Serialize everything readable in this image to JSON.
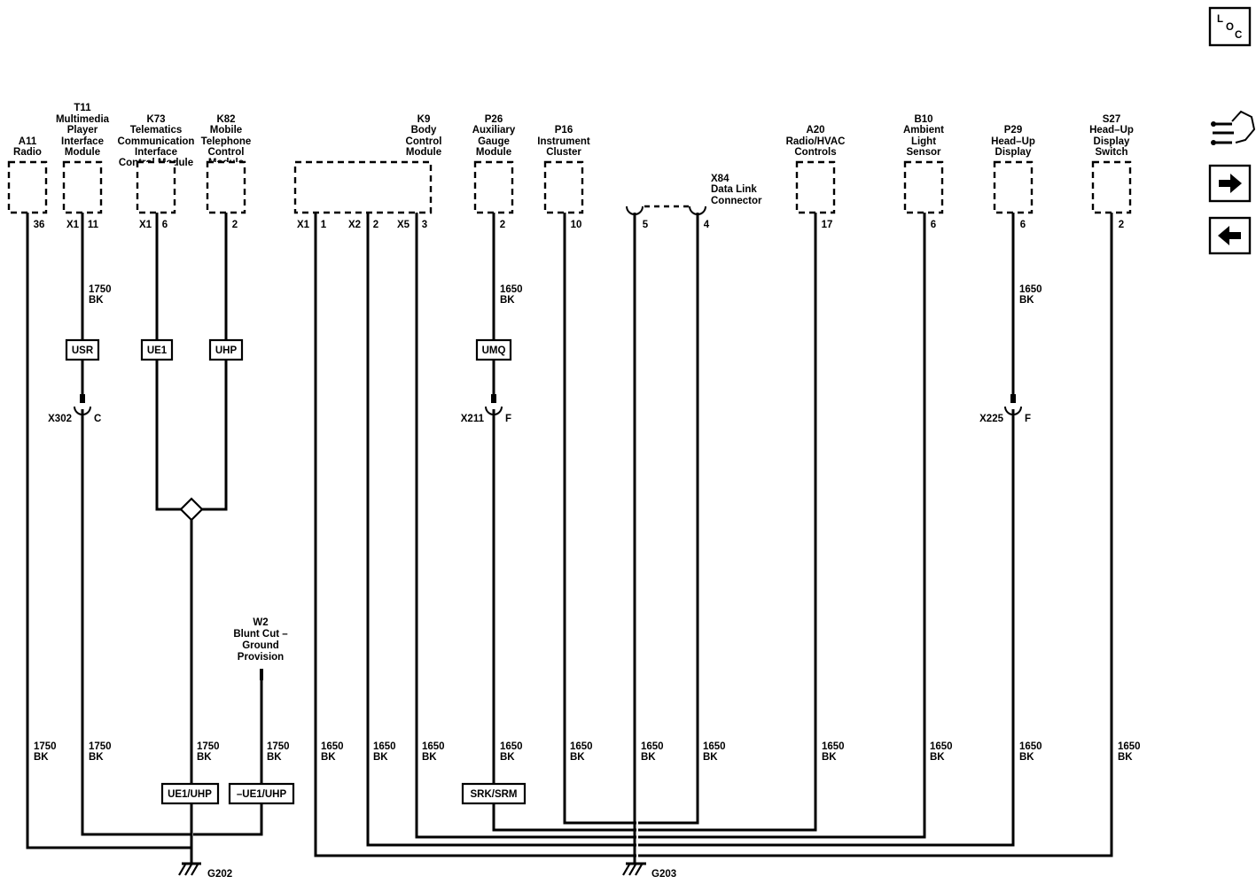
{
  "components": {
    "a11": {
      "ref": "A11",
      "name": "Radio",
      "pins": [
        "36"
      ]
    },
    "t11": {
      "ref": "T11",
      "name1": "Multimedia",
      "name2": "Player",
      "name3": "Interface",
      "name4": "Module",
      "pins": [
        "X1",
        "11"
      ]
    },
    "k73": {
      "ref": "K73",
      "name1": "Telematics",
      "name2": "Communication",
      "name3": "Interface",
      "name4": "Control Module",
      "pins": [
        "X1",
        "6"
      ]
    },
    "k82": {
      "ref": "K82",
      "name1": "Mobile",
      "name2": "Telephone",
      "name3": "Control",
      "name4": "Module",
      "pins": [
        "2"
      ]
    },
    "k9": {
      "ref": "K9",
      "name1": "Body",
      "name2": "Control",
      "name3": "Module",
      "pins": [
        "X1",
        "1",
        "X2",
        "2",
        "X5",
        "3"
      ]
    },
    "p26": {
      "ref": "P26",
      "name1": "Auxiliary",
      "name2": "Gauge",
      "name3": "Module",
      "pins": [
        "2"
      ]
    },
    "p16": {
      "ref": "P16",
      "name1": "Instrument",
      "name2": "Cluster",
      "pins": [
        "10"
      ]
    },
    "x84": {
      "ref": "X84",
      "name1": "Data Link",
      "name2": "Connector",
      "pins": [
        "5",
        "4"
      ]
    },
    "a20": {
      "ref": "A20",
      "name1": "Radio/HVAC",
      "name2": "Controls",
      "pins": [
        "17"
      ]
    },
    "b10": {
      "ref": "B10",
      "name1": "Ambient",
      "name2": "Light",
      "name3": "Sensor",
      "pins": [
        "6"
      ]
    },
    "p29": {
      "ref": "P29",
      "name1": "Head–Up",
      "name2": "Display",
      "pins": [
        "6"
      ]
    },
    "s27": {
      "ref": "S27",
      "name1": "Head–Up",
      "name2": "Display",
      "name3": "Switch",
      "pins": [
        "2"
      ]
    },
    "w2": {
      "ref": "W2",
      "name1": "Blunt Cut –",
      "name2": "Ground",
      "name3": "Provision"
    }
  },
  "wire_labels": {
    "w1750": "1750",
    "w1650": "1650",
    "color": "BK"
  },
  "options": {
    "usr": "USR",
    "ue1": "UE1",
    "uhp": "UHP",
    "umq": "UMQ",
    "ue1_uhp": "UE1/UHP",
    "not_ue1_uhp": "–UE1/UHP",
    "srk_srm": "SRK/SRM"
  },
  "connectors": {
    "x302": {
      "ref": "X302",
      "pin": "C"
    },
    "x211": {
      "ref": "X211",
      "pin": "F"
    },
    "x225": {
      "ref": "X225",
      "pin": "F"
    }
  },
  "grounds": {
    "g202": "G202",
    "g203": "G203"
  },
  "nav": {
    "loc_l": "L",
    "loc_o": "O",
    "loc_c": "C",
    "icons": [
      "loc-icon",
      "service-info-icon",
      "next-arrow-icon",
      "back-arrow-icon"
    ]
  }
}
